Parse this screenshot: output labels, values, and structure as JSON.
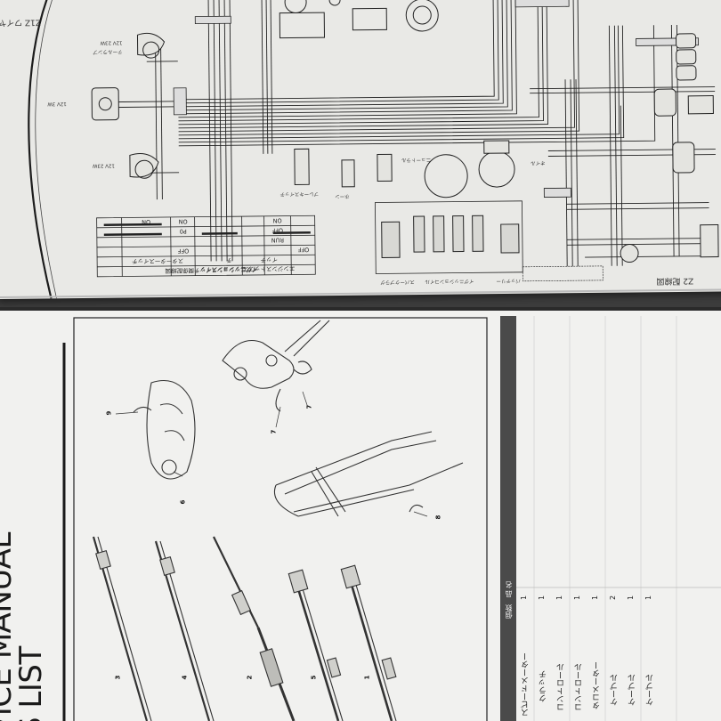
{
  "wiring_page": {
    "header_code": "Z1Z ワイヤ",
    "page_label": "Z2 配線図",
    "switch_table": {
      "title": "イグニッションスイッチ関係配線図",
      "col_headers": [
        "イグニッションスイッチ",
        "エンジンストップスイッチ",
        "スタータースイッチ"
      ],
      "rows": [
        [
          "OFF",
          "",
          "OFF"
        ],
        [
          "ON",
          "RUN",
          "ON"
        ],
        [
          "P0",
          "OFF",
          "ON"
        ]
      ]
    },
    "labels": {
      "lamp_left_top": "12V 23W",
      "lamp_left_mid": "12V 3W",
      "lamp_left_bottom": "12V 23W",
      "tail": "テールランプ",
      "brake": "ブレーキスイッチ",
      "horn": "ホーン",
      "neutral": "ニュートラル",
      "oil": "オイル",
      "ignition_coil": "イグニッションコイル",
      "spark_plug": "スパークプラグ",
      "battery": "バッテリー"
    }
  },
  "parts_page": {
    "cover_line1": "VICE MANUAL",
    "cover_line2": "S LIST",
    "callouts": [
      "9",
      "6",
      "7",
      "7",
      "8",
      "3",
      "4",
      "2",
      "5",
      "1"
    ],
    "table_header": {
      "name": "品 名",
      "qty": "個数"
    },
    "items": [
      {
        "name": "スピードメーター",
        "qty": "1"
      },
      {
        "name": "クラッチ",
        "qty": "1"
      },
      {
        "name": "コントロール",
        "qty": "1"
      },
      {
        "name": "コントロール",
        "qty": "1"
      },
      {
        "name": "タコメーター",
        "qty": "1"
      },
      {
        "name": "ケーブル",
        "qty": "2"
      },
      {
        "name": "ケーブル",
        "qty": "1"
      },
      {
        "name": "ケーブル",
        "qty": "1"
      }
    ]
  }
}
